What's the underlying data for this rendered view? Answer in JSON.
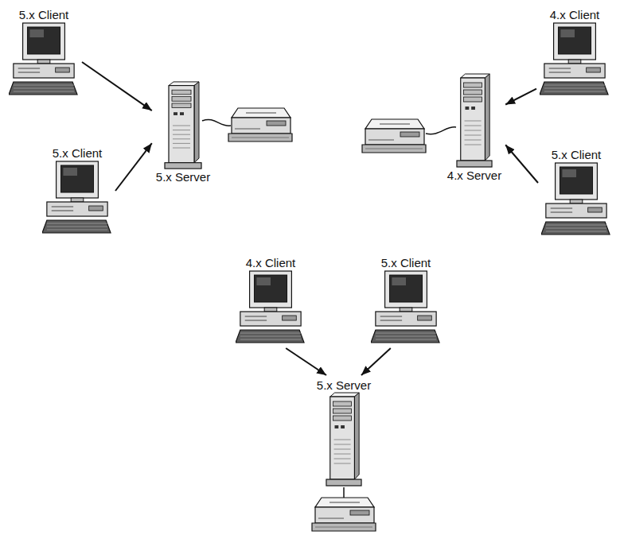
{
  "diagram": {
    "nodes": [
      {
        "text": [
          "5.x Client"
        ]
      },
      {
        "text": [
          "5.x Client"
        ]
      },
      {
        "text": [
          "5.x Server"
        ]
      },
      {
        "text": [
          "4.x Client"
        ]
      },
      {
        "text": [
          "5.x Client"
        ]
      },
      {
        "text": [
          "4.x Server"
        ]
      },
      {
        "text": [
          "4.x Client"
        ]
      },
      {
        "text": [
          "5.x Client"
        ]
      },
      {
        "text": [
          "5.x Server"
        ]
      }
    ],
    "edges": [
      {
        "from": 0,
        "to": 2,
        "arrow": "to"
      },
      {
        "from": 1,
        "to": 2,
        "arrow": "to"
      },
      {
        "from": 3,
        "to": 5,
        "arrow": "to"
      },
      {
        "from": 4,
        "to": 5,
        "arrow": "to"
      },
      {
        "from": 6,
        "to": 8,
        "arrow": "to"
      },
      {
        "from": 7,
        "to": 8,
        "arrow": "to"
      }
    ]
  }
}
